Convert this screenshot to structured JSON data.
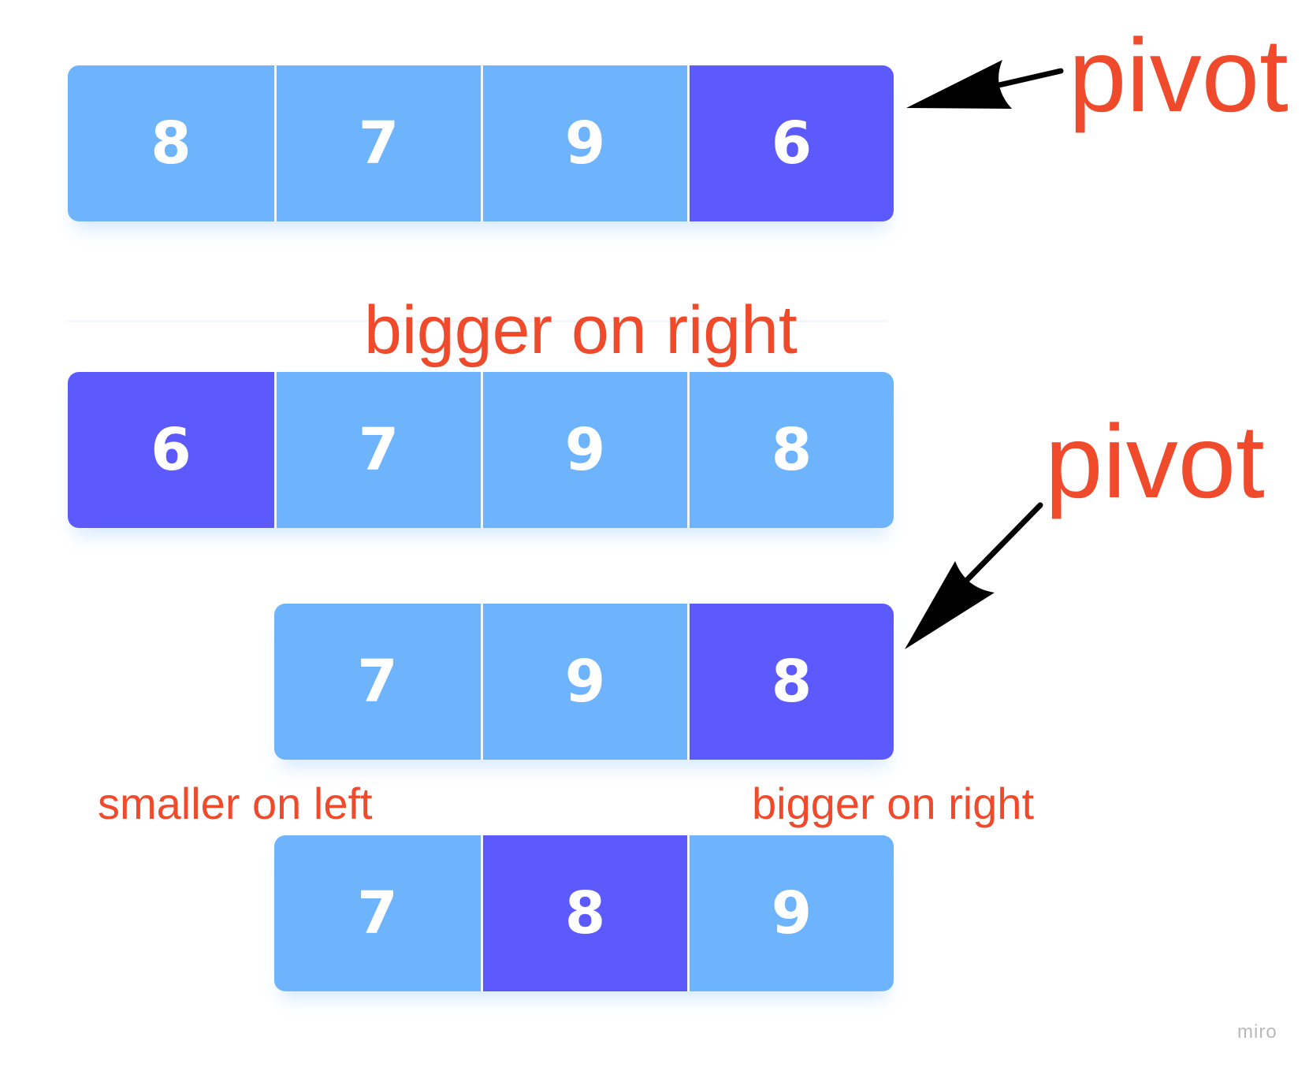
{
  "rows": [
    {
      "cells": [
        {
          "value": "8",
          "pivot": false
        },
        {
          "value": "7",
          "pivot": false
        },
        {
          "value": "9",
          "pivot": false
        },
        {
          "value": "6",
          "pivot": true
        }
      ]
    },
    {
      "cells": [
        {
          "value": "6",
          "pivot": true
        },
        {
          "value": "7",
          "pivot": false
        },
        {
          "value": "9",
          "pivot": false
        },
        {
          "value": "8",
          "pivot": false
        }
      ]
    },
    {
      "cells": [
        {
          "value": "7",
          "pivot": false
        },
        {
          "value": "9",
          "pivot": false
        },
        {
          "value": "8",
          "pivot": true
        }
      ]
    },
    {
      "cells": [
        {
          "value": "7",
          "pivot": false
        },
        {
          "value": "8",
          "pivot": true
        },
        {
          "value": "9",
          "pivot": false
        }
      ]
    }
  ],
  "labels": {
    "pivot_top": "pivot",
    "pivot_middle": "pivot",
    "bigger_on_right_top": "bigger on right",
    "smaller_on_left": "smaller on left",
    "bigger_on_right_bottom": "bigger on right"
  },
  "watermark": "miro",
  "colors": {
    "cell": "#6db4fd",
    "pivot_cell": "#5c5afd",
    "annotation": "#ee4a2b",
    "arrow": "#000000"
  },
  "icons": {
    "pointer_arrow": "arrow-icon"
  }
}
